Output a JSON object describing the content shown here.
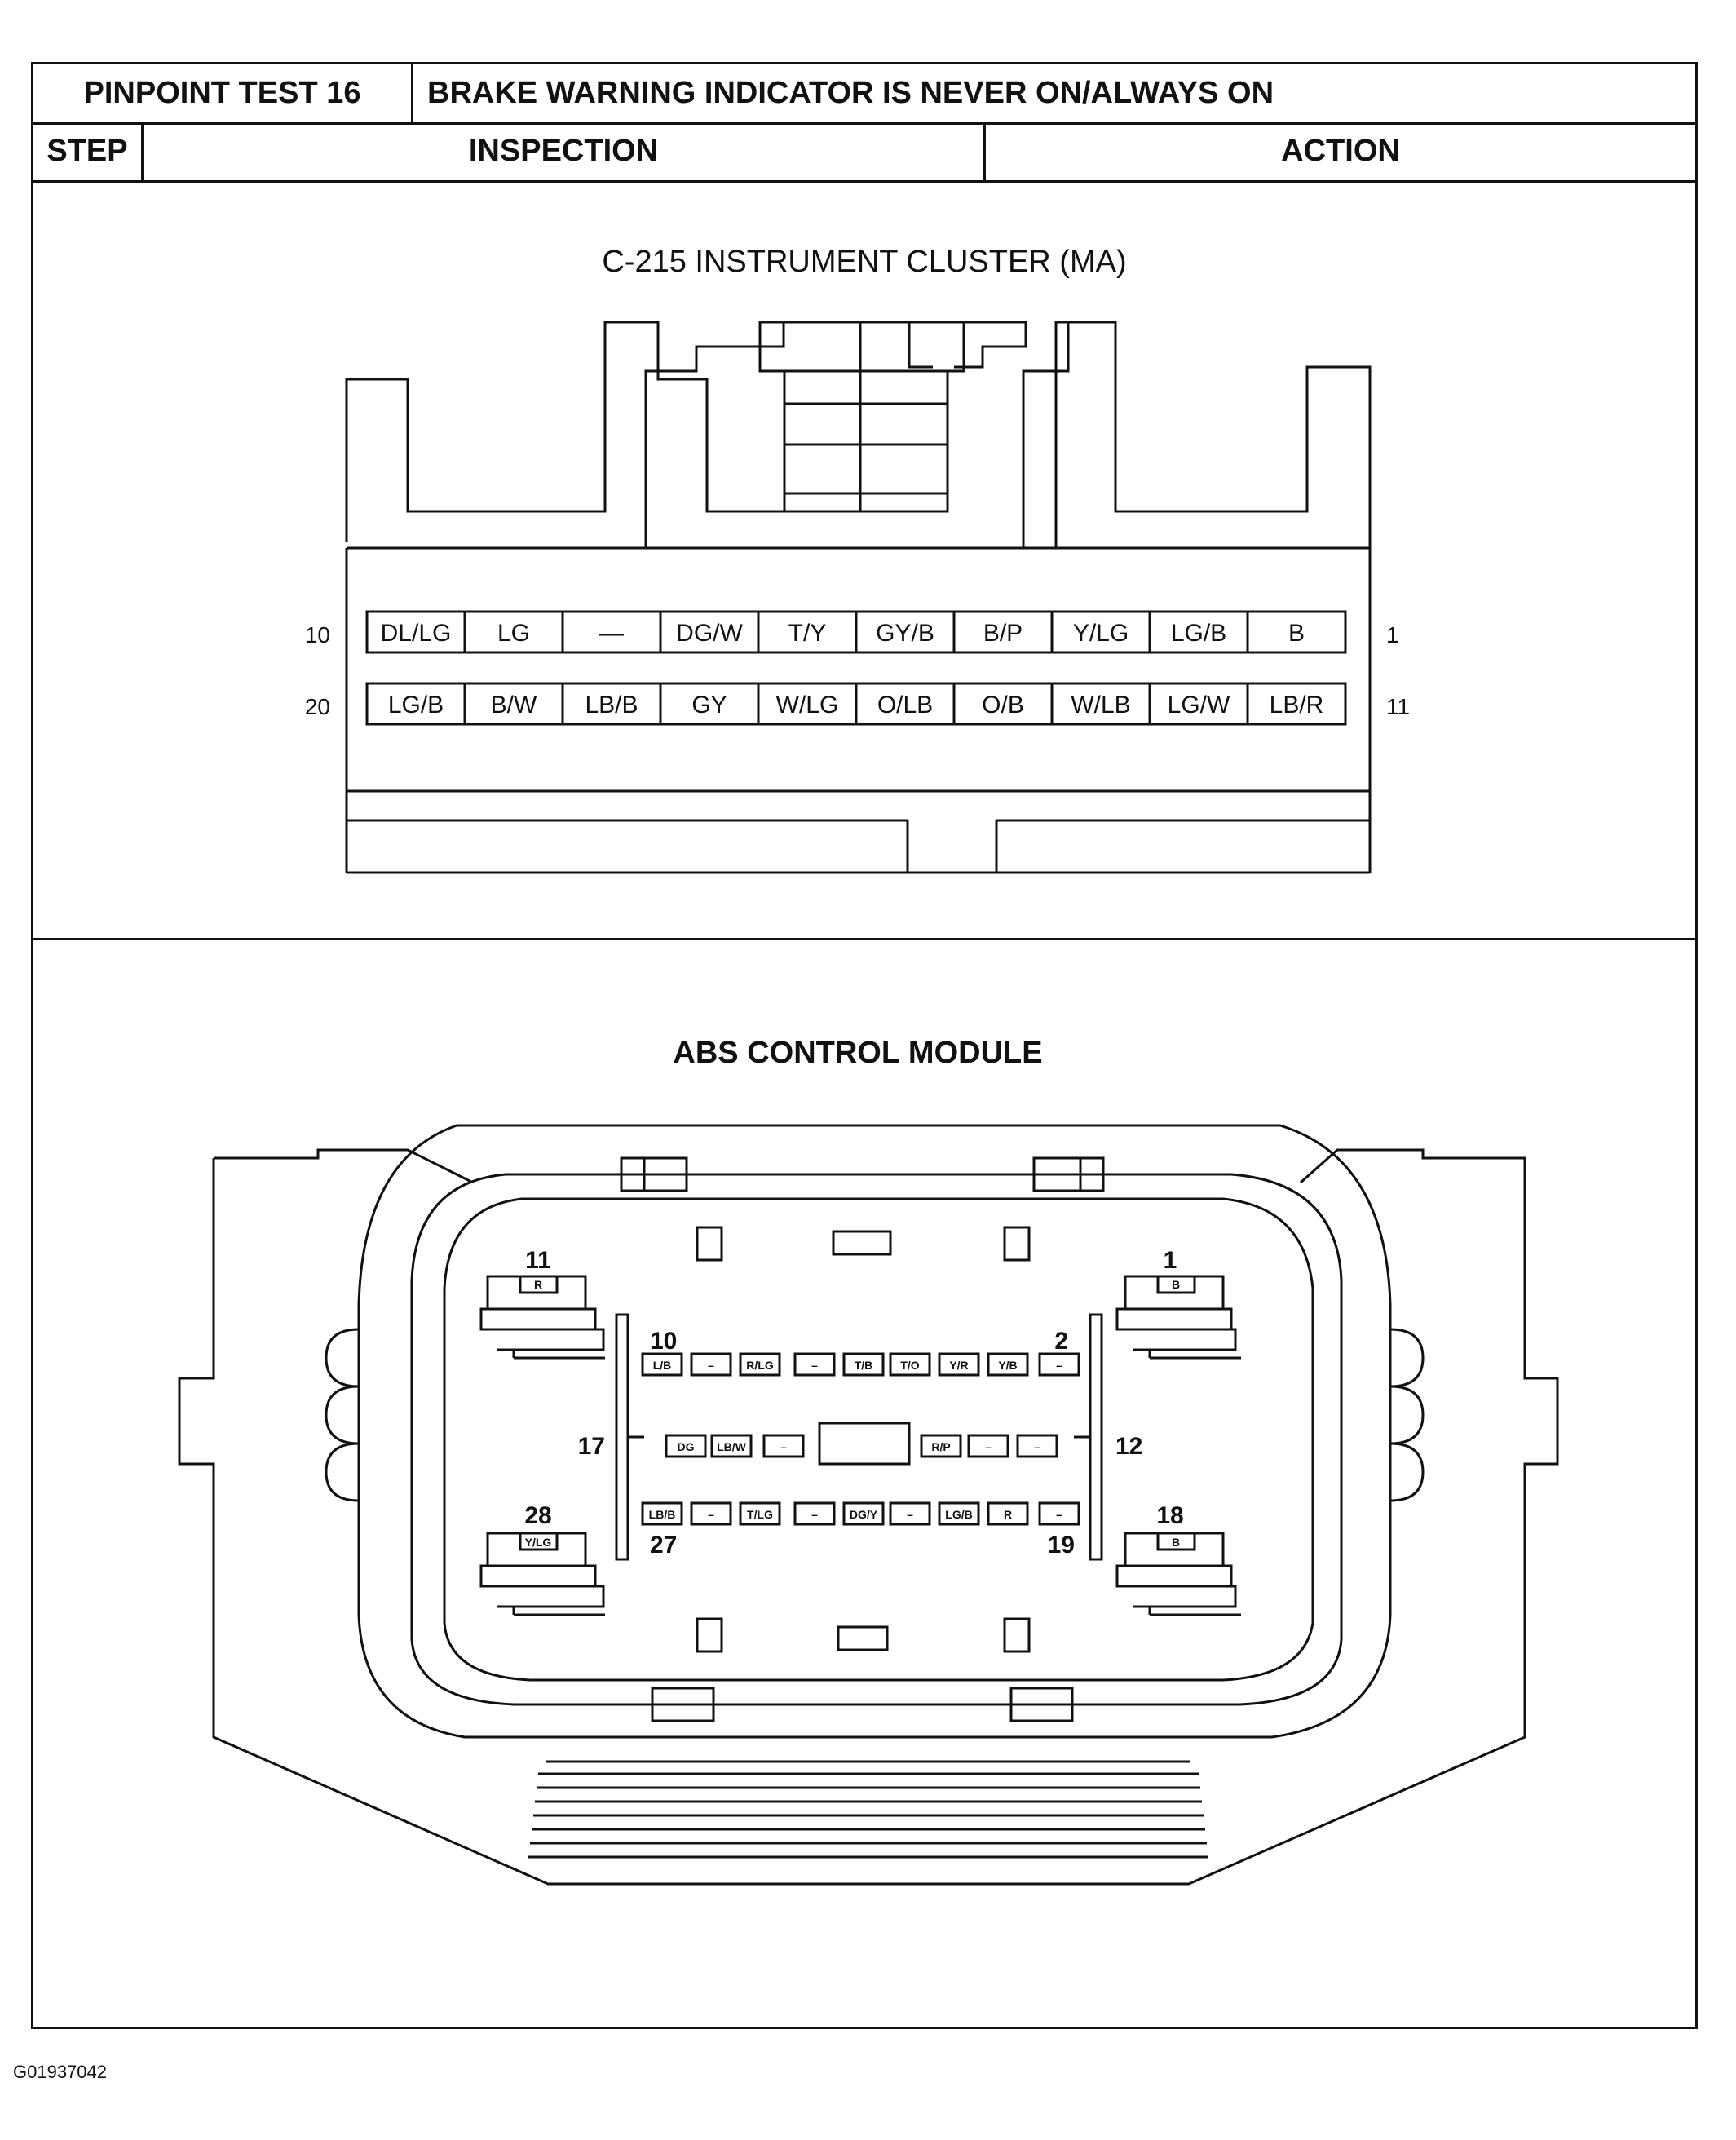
{
  "header": {
    "test_label": "PINPOINT TEST 16",
    "test_title": "BRAKE WARNING INDICATOR IS NEVER ON/ALWAYS ON",
    "col_step": "STEP",
    "col_inspection": "INSPECTION",
    "col_action": "ACTION"
  },
  "cluster": {
    "title": "C-215 INSTRUMENT CLUSTER (MA)",
    "row1_left_pin": "10",
    "row1_right_pin": "1",
    "row2_left_pin": "20",
    "row2_right_pin": "11",
    "row1": [
      "DL/LG",
      "LG",
      "—",
      "DG/W",
      "T/Y",
      "GY/B",
      "B/P",
      "Y/LG",
      "LG/B",
      "B"
    ],
    "row2": [
      "LG/B",
      "B/W",
      "LB/B",
      "GY",
      "W/LG",
      "O/LB",
      "O/B",
      "W/LB",
      "LG/W",
      "LB/R"
    ]
  },
  "abs": {
    "title": "ABS CONTROL MODULE",
    "corner_pins": {
      "top_left_num": "11",
      "top_left_wire": "R",
      "top_right_num": "1",
      "top_right_wire": "B",
      "bottom_left_num": "28",
      "bottom_left_wire": "Y/LG",
      "bottom_right_num": "18",
      "bottom_right_wire": "B"
    },
    "row_labels": {
      "r1_left": "10",
      "r1_right": "2",
      "r2_left": "17",
      "r2_right": "12",
      "r3_left": "27",
      "r3_right": "19"
    },
    "row1": [
      "L/B",
      "–",
      "R/LG",
      "–",
      "T/B",
      "T/O",
      "Y/R",
      "Y/B",
      "–"
    ],
    "row2_left": [
      "DG",
      "LB/W",
      "–"
    ],
    "row2_right": [
      "R/P",
      "–",
      "–"
    ],
    "row3": [
      "LB/B",
      "–",
      "T/LG",
      "–",
      "DG/Y",
      "–",
      "LG/B",
      "R",
      "–"
    ]
  },
  "figure_id": "G01937042"
}
